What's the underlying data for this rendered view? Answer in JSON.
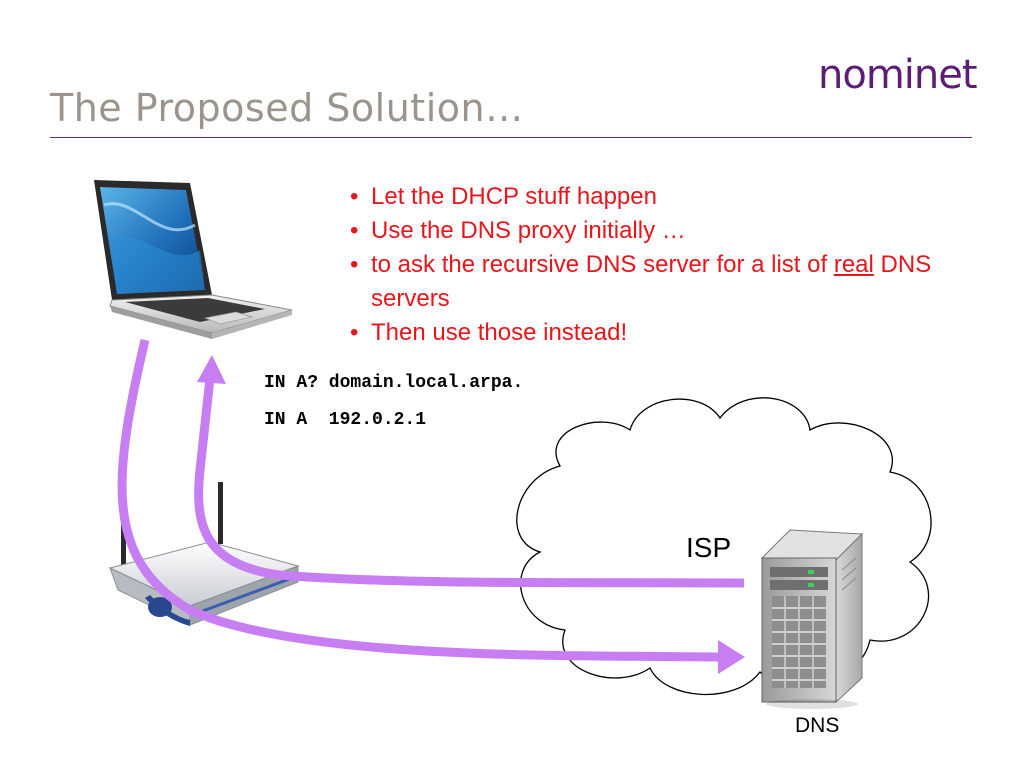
{
  "slide": {
    "title": "The Proposed Solution…",
    "logo_text": "nominet",
    "bullets": [
      {
        "text": "Let the DHCP stuff happen"
      },
      {
        "text": "Use the DNS proxy initially …"
      },
      {
        "text": "to ask the recursive DNS server for a list of ",
        "emphasis": "real",
        "suffix": " DNS servers"
      },
      {
        "text": "Then use those instead!"
      }
    ],
    "query_line": "IN A? domain.local.arpa.",
    "answer_line": "IN A  192.0.2.1",
    "isp_label": "ISP",
    "dns_label": "DNS"
  },
  "colors": {
    "title": "#9b948c",
    "brand": "#5b1e74",
    "bullet_text": "#e8151b",
    "arrow": "#c77ef2"
  },
  "icons": [
    "laptop-icon",
    "router-icon",
    "server-icon",
    "cloud-shape"
  ]
}
